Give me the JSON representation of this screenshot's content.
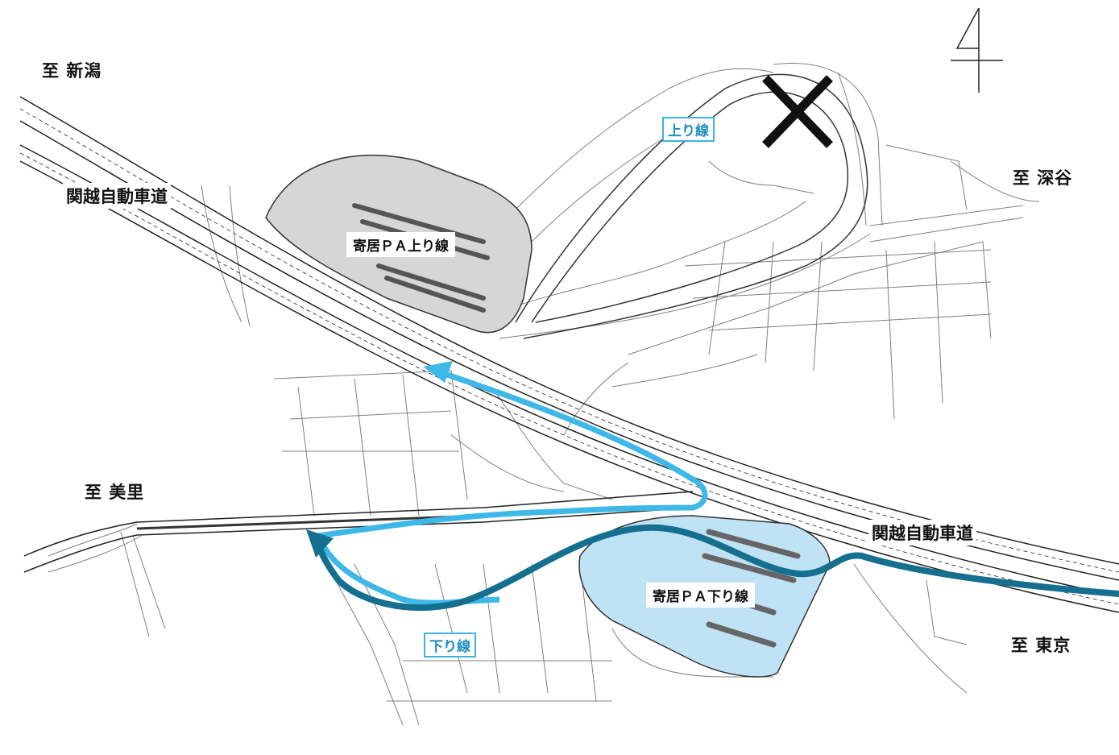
{
  "destinations": {
    "niigata": "至 新潟",
    "fukaya": "至 深谷",
    "misato": "至 美里",
    "tokyo": "至 東京"
  },
  "roads": {
    "kanetsu_upper": "関越自動車道",
    "kanetsu_lower": "関越自動車道"
  },
  "parking_areas": {
    "inbound": "寄居ＰＡ上り線",
    "outbound": "寄居ＰＡ下り線"
  },
  "routes": {
    "inbound_label": "上り線",
    "outbound_label": "下り線"
  },
  "colors": {
    "inbound_route": "#3eb8e8",
    "outbound_route": "#156f8e",
    "inbound_pa_fill": "#d6d6d6",
    "outbound_pa_fill": "#bfe3f5",
    "closed_mark": "#111111"
  },
  "icons": {
    "north_arrow": "north-arrow-icon",
    "closed_mark": "x-mark-icon"
  }
}
